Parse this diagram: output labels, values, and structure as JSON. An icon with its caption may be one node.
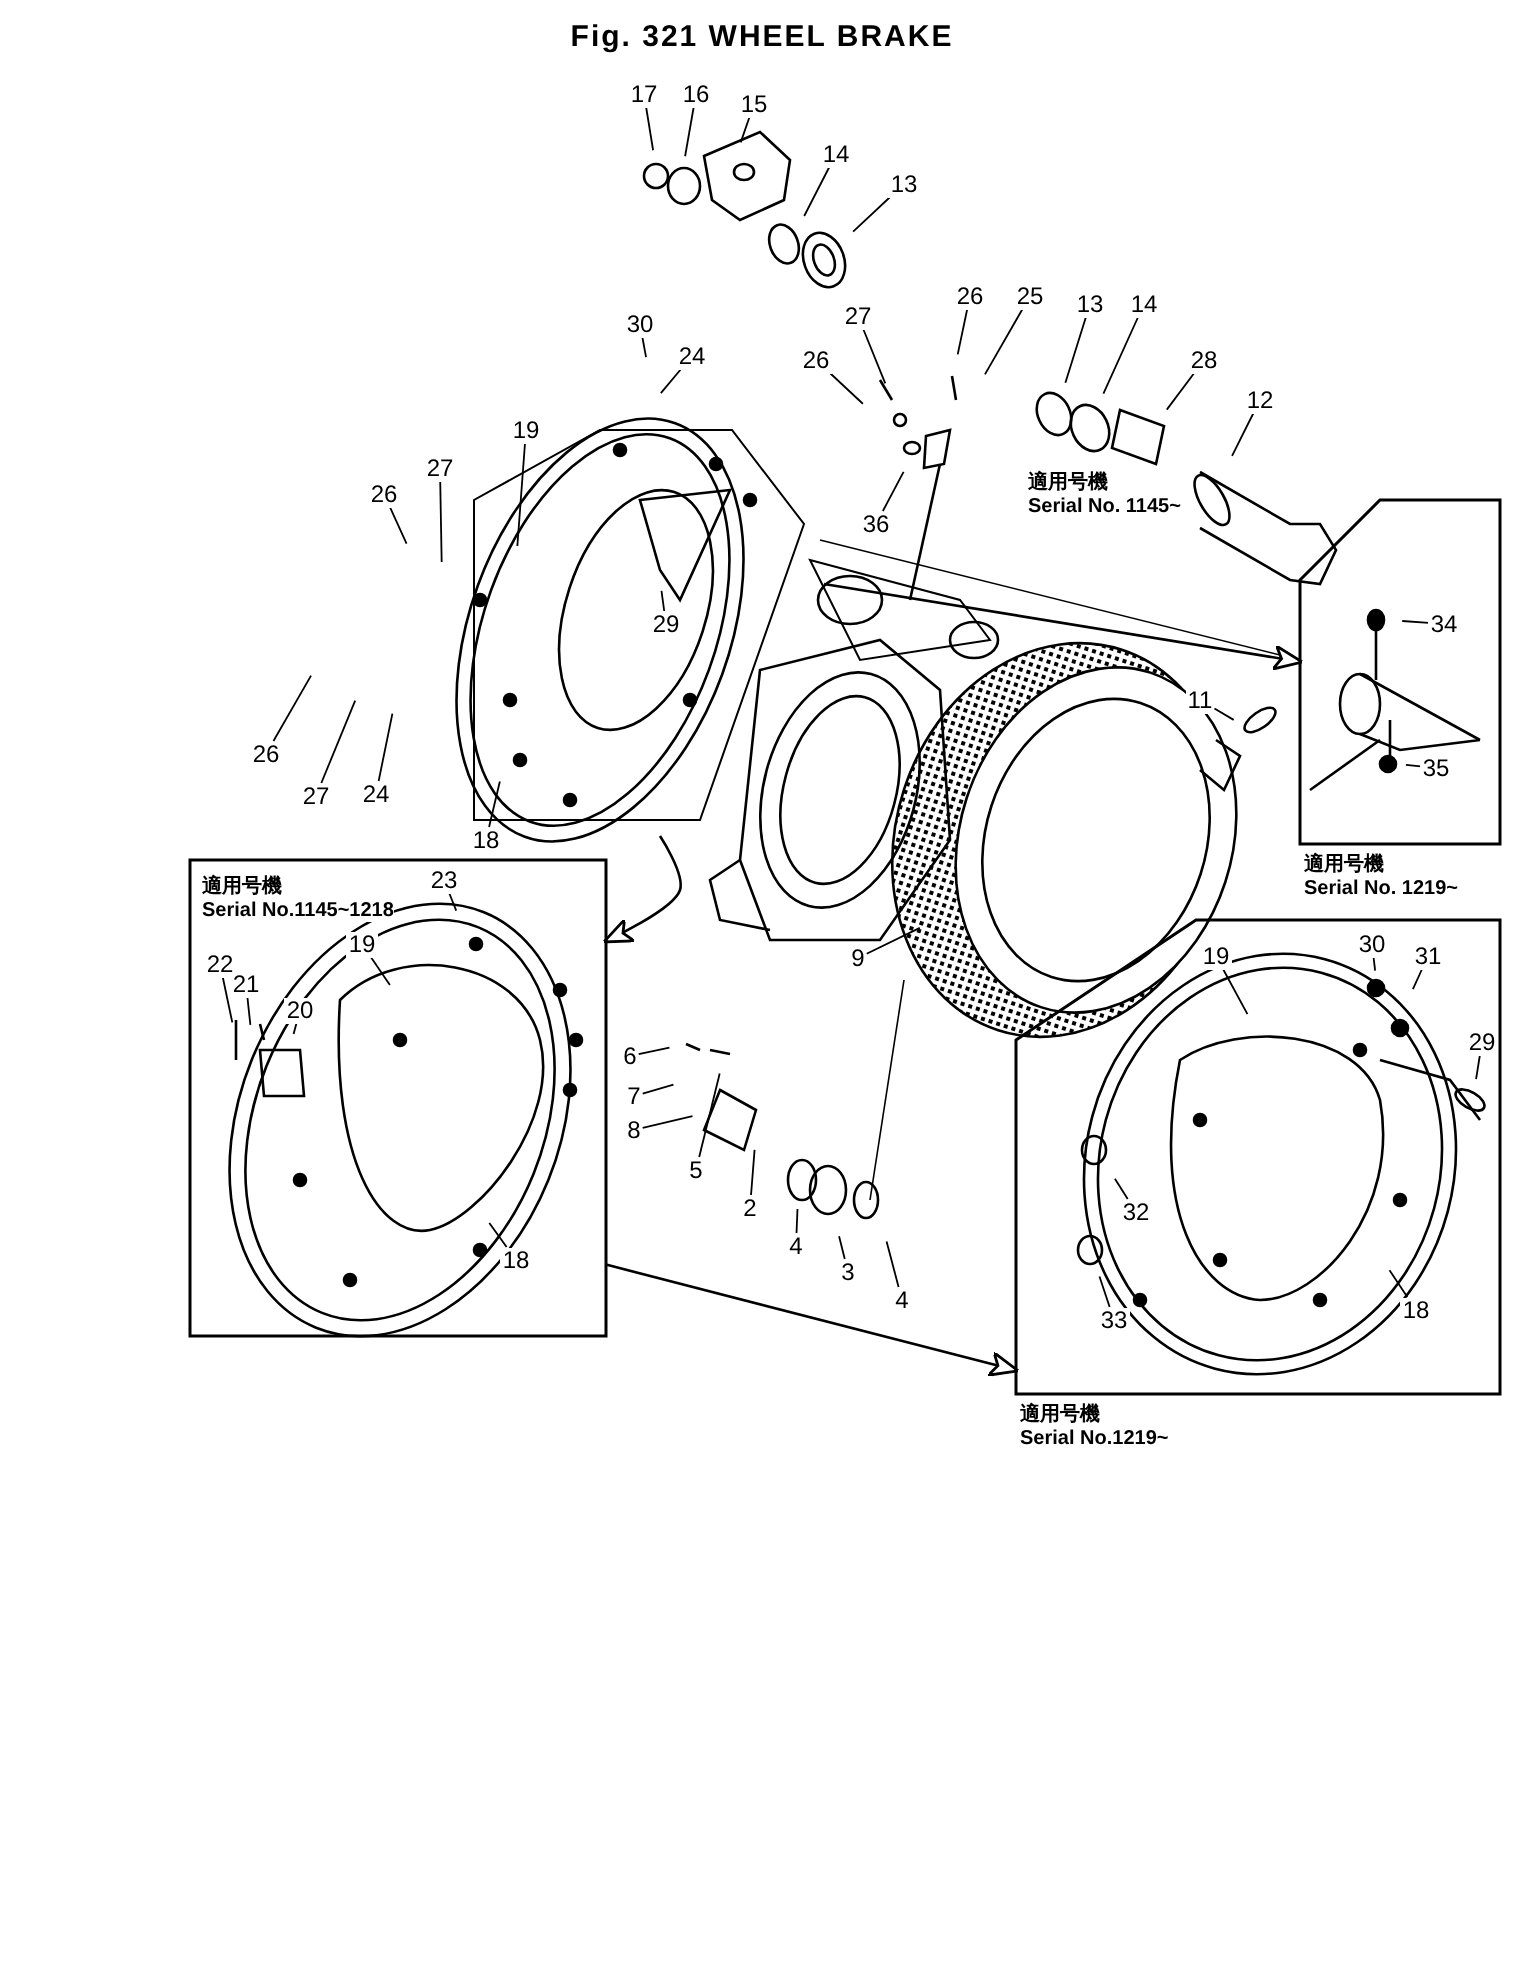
{
  "diagram": {
    "title": "Fig. 321 WHEEL BRAKE",
    "nodes": [
      {
        "text": [
          "適用号機",
          "Serial No. 1219~"
        ]
      },
      {
        "text": [
          "適用号機",
          "Serial No.1145~1218"
        ]
      },
      {
        "text": [
          "適用号機",
          "Serial No.1219~"
        ]
      },
      {
        "text": [
          "17"
        ]
      },
      {
        "text": [
          "16"
        ]
      },
      {
        "text": [
          "15"
        ]
      },
      {
        "text": [
          "14"
        ]
      },
      {
        "text": [
          "13"
        ]
      },
      {
        "text": [
          "30"
        ]
      },
      {
        "text": [
          "24"
        ]
      },
      {
        "text": [
          "27"
        ]
      },
      {
        "text": [
          "26"
        ]
      },
      {
        "text": [
          "25"
        ]
      },
      {
        "text": [
          "26"
        ]
      },
      {
        "text": [
          "36"
        ]
      },
      {
        "text": [
          "13"
        ]
      },
      {
        "text": [
          "14"
        ]
      },
      {
        "text": [
          "28"
        ]
      },
      {
        "text": [
          "12"
        ]
      },
      {
        "text": [
          "19"
        ]
      },
      {
        "text": [
          "26"
        ]
      },
      {
        "text": [
          "27"
        ]
      },
      {
        "text": [
          "29"
        ]
      },
      {
        "text": [
          "26"
        ]
      },
      {
        "text": [
          "27"
        ]
      },
      {
        "text": [
          "24"
        ]
      },
      {
        "text": [
          "18"
        ]
      },
      {
        "text": [
          "34"
        ],
        "in": 0
      },
      {
        "text": [
          "35"
        ],
        "in": 0
      },
      {
        "text": [
          "11"
        ]
      },
      {
        "text": [
          "9"
        ]
      },
      {
        "text": [
          "6"
        ]
      },
      {
        "text": [
          "7"
        ]
      },
      {
        "text": [
          "8"
        ]
      },
      {
        "text": [
          "5"
        ]
      },
      {
        "text": [
          "2"
        ]
      },
      {
        "text": [
          "4"
        ]
      },
      {
        "text": [
          "3"
        ]
      },
      {
        "text": [
          "4"
        ]
      },
      {
        "text": [
          "23"
        ],
        "in": 1
      },
      {
        "text": [
          "19"
        ],
        "in": 1
      },
      {
        "text": [
          "22"
        ],
        "in": 1
      },
      {
        "text": [
          "21"
        ],
        "in": 1
      },
      {
        "text": [
          "20"
        ],
        "in": 1
      },
      {
        "text": [
          "18"
        ],
        "in": 1
      },
      {
        "text": [
          "19"
        ],
        "in": 2
      },
      {
        "text": [
          "30"
        ],
        "in": 2
      },
      {
        "text": [
          "31"
        ],
        "in": 2
      },
      {
        "text": [
          "29"
        ],
        "in": 2
      },
      {
        "text": [
          "32"
        ],
        "in": 2
      },
      {
        "text": [
          "33"
        ],
        "in": 2
      },
      {
        "text": [
          "18"
        ],
        "in": 2
      }
    ],
    "edges": [
      {
        "from": null,
        "to": 0,
        "arrow": "to"
      },
      {
        "from": null,
        "to": 1,
        "arrow": "to"
      },
      {
        "from": 1,
        "to": 2,
        "arrow": "to"
      },
      {
        "from": 3,
        "to": null,
        "arrow": "none"
      },
      {
        "from": 4,
        "to": null,
        "arrow": "none"
      },
      {
        "from": 5,
        "to": null,
        "arrow": "none"
      },
      {
        "from": 6,
        "to": null,
        "arrow": "none"
      },
      {
        "from": 7,
        "to": null,
        "arrow": "none"
      },
      {
        "from": 8,
        "to": null,
        "arrow": "none"
      },
      {
        "from": 9,
        "to": null,
        "arrow": "none"
      },
      {
        "from": 10,
        "to": null,
        "arrow": "none"
      },
      {
        "from": 11,
        "to": null,
        "arrow": "none"
      },
      {
        "from": 12,
        "to": null,
        "arrow": "none"
      },
      {
        "from": 13,
        "to": null,
        "arrow": "none"
      },
      {
        "from": 14,
        "to": null,
        "arrow": "none"
      },
      {
        "from": 15,
        "to": null,
        "arrow": "none"
      },
      {
        "from": 16,
        "to": null,
        "arrow": "none"
      },
      {
        "from": 17,
        "to": null,
        "arrow": "none"
      },
      {
        "from": 18,
        "to": null,
        "arrow": "none"
      },
      {
        "from": 19,
        "to": null,
        "arrow": "none"
      },
      {
        "from": 20,
        "to": null,
        "arrow": "none"
      },
      {
        "from": 21,
        "to": null,
        "arrow": "none"
      },
      {
        "from": 22,
        "to": null,
        "arrow": "none"
      },
      {
        "from": 23,
        "to": null,
        "arrow": "none"
      },
      {
        "from": 24,
        "to": null,
        "arrow": "none"
      },
      {
        "from": 25,
        "to": null,
        "arrow": "none"
      },
      {
        "from": 26,
        "to": null,
        "arrow": "none"
      },
      {
        "from": 27,
        "to": null,
        "arrow": "none"
      },
      {
        "from": 28,
        "to": null,
        "arrow": "none"
      },
      {
        "from": 29,
        "to": null,
        "arrow": "none"
      },
      {
        "from": 30,
        "to": null,
        "arrow": "none"
      },
      {
        "from": 31,
        "to": null,
        "arrow": "none"
      },
      {
        "from": 32,
        "to": null,
        "arrow": "none"
      },
      {
        "from": 33,
        "to": null,
        "arrow": "none"
      },
      {
        "from": 34,
        "to": null,
        "arrow": "none"
      },
      {
        "from": 35,
        "to": null,
        "arrow": "none"
      },
      {
        "from": 36,
        "to": null,
        "arrow": "none"
      },
      {
        "from": 37,
        "to": null,
        "arrow": "none"
      },
      {
        "from": 38,
        "to": null,
        "arrow": "none"
      },
      {
        "from": 39,
        "to": null,
        "arrow": "none"
      },
      {
        "from": 40,
        "to": null,
        "arrow": "none"
      },
      {
        "from": 41,
        "to": null,
        "arrow": "none"
      },
      {
        "from": 42,
        "to": null,
        "arrow": "none"
      },
      {
        "from": 43,
        "to": null,
        "arrow": "none"
      },
      {
        "from": 44,
        "to": null,
        "arrow": "none"
      },
      {
        "from": 45,
        "to": null,
        "arrow": "none"
      },
      {
        "from": 46,
        "to": null,
        "arrow": "none"
      },
      {
        "from": 47,
        "to": null,
        "arrow": "none"
      },
      {
        "from": 48,
        "to": null,
        "arrow": "none"
      },
      {
        "from": 49,
        "to": null,
        "arrow": "none"
      },
      {
        "from": 50,
        "to": null,
        "arrow": "none"
      },
      {
        "from": 51,
        "to": null,
        "arrow": "none"
      }
    ],
    "labels": [
      "適用号機",
      "Serial No. 1145~"
    ]
  }
}
